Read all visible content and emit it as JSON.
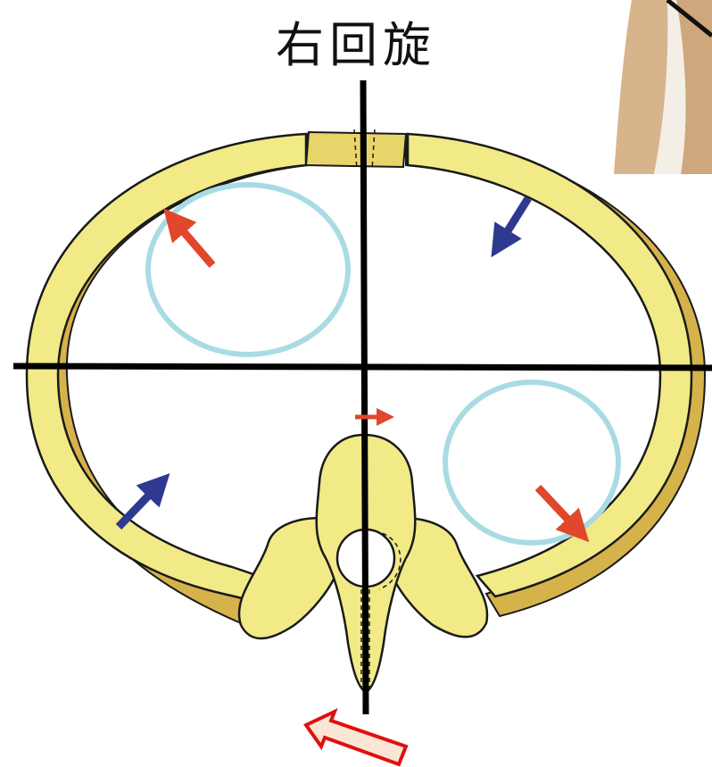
{
  "title": "右回旋",
  "colors": {
    "bone_fill": "#f1ea86",
    "bone_outline": "#1a1a1a",
    "bone_shadow": "#d6b24a",
    "axis": "#000000",
    "circle": "#a9dbe3",
    "arrow_red": "#e0472b",
    "arrow_blue": "#2e3a8f",
    "rotation_arrow_stroke": "#e01010",
    "rotation_arrow_fill": "#fbe6d6",
    "photo_skin": "#d7b48b"
  },
  "elements": {
    "axes": "crosshair",
    "ribs": "thoracic-ring",
    "vertebra": "thoracic-vertebra",
    "arrows": [
      "red-outward-upper-left",
      "blue-inward-upper-right",
      "blue-inward-lower-left",
      "red-outward-lower-right",
      "red-small-center"
    ],
    "rotation_indicator": "hollow-arrow-left"
  }
}
